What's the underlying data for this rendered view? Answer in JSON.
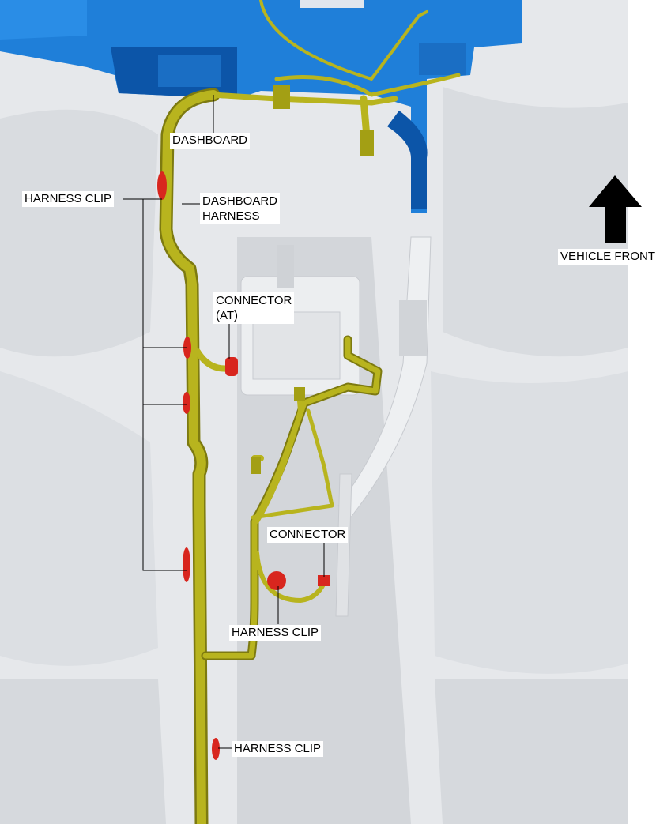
{
  "labels": {
    "dashboard": "DASHBOARD",
    "harness_clip_left": "HARNESS CLIP",
    "dashboard_harness_line1": "DASHBOARD",
    "dashboard_harness_line2": "HARNESS",
    "connector_at_line1": "CONNECTOR",
    "connector_at_line2": "(AT)",
    "connector": "CONNECTOR",
    "harness_clip_center": "HARNESS CLIP",
    "harness_clip_bottom": "HARNESS CLIP",
    "vehicle_front": "VEHICLE FRONT"
  },
  "colors": {
    "harness": "#b8b41e",
    "harness_shade": "#7d7a10",
    "dashboard_blue": "#1f7fd9",
    "dashboard_blue_dark": "#0c55a8",
    "clip_red": "#d8261e",
    "body_gray": "#dfe2e6",
    "body_gray_dark": "#c4c8cd",
    "arrow": "#000000"
  }
}
